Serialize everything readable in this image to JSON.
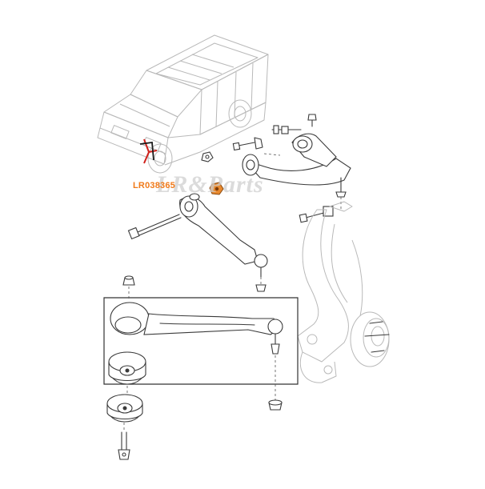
{
  "diagram": {
    "part_number_label": "LR038365",
    "watermark_text": "LR&Parts",
    "colors": {
      "label_text": "#f07a1a",
      "highlight_part": "#e8892e",
      "highlight_marks": "#d0201a",
      "line_art": "#3a3a3a",
      "ghost_line_art": "#b9b9b9"
    },
    "icons": [
      "vehicle-illustration",
      "upper-control-arm",
      "lower-control-arm",
      "steering-knuckle",
      "bushing",
      "bolt",
      "nut",
      "ball-joint"
    ]
  }
}
